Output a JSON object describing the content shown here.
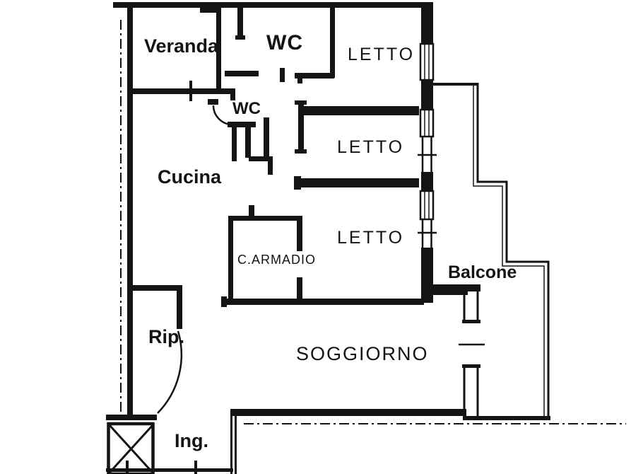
{
  "page": {
    "background_color": "#ffffff",
    "line_color": "#141414",
    "drawing_type": "apartment floor plan"
  },
  "plan": {
    "rooms": [
      {
        "id": "veranda",
        "label": "Veranda"
      },
      {
        "id": "wc-top",
        "label": "WC"
      },
      {
        "id": "letto-1",
        "label": "LETTO"
      },
      {
        "id": "wc-middle",
        "label": "WC"
      },
      {
        "id": "letto-2",
        "label": "LETTO"
      },
      {
        "id": "cucina",
        "label": "Cucina"
      },
      {
        "id": "letto-3",
        "label": "LETTO"
      },
      {
        "id": "c-armadio",
        "label": "C.ARMADIO"
      },
      {
        "id": "balcone",
        "label": "Balcone"
      },
      {
        "id": "rip",
        "label": "Rip."
      },
      {
        "id": "soggiorno",
        "label": "SOGGIORNO"
      },
      {
        "id": "ing",
        "label": "Ing."
      }
    ],
    "symbols": [
      {
        "id": "stairwell-x",
        "meaning": "shaft / stairwell crossed box"
      },
      {
        "id": "dash-dot-boundary",
        "meaning": "property / section boundary line"
      },
      {
        "id": "door-arcs",
        "meaning": "door swing symbols"
      },
      {
        "id": "window-boxes",
        "meaning": "window symbols in exterior wall"
      }
    ]
  }
}
